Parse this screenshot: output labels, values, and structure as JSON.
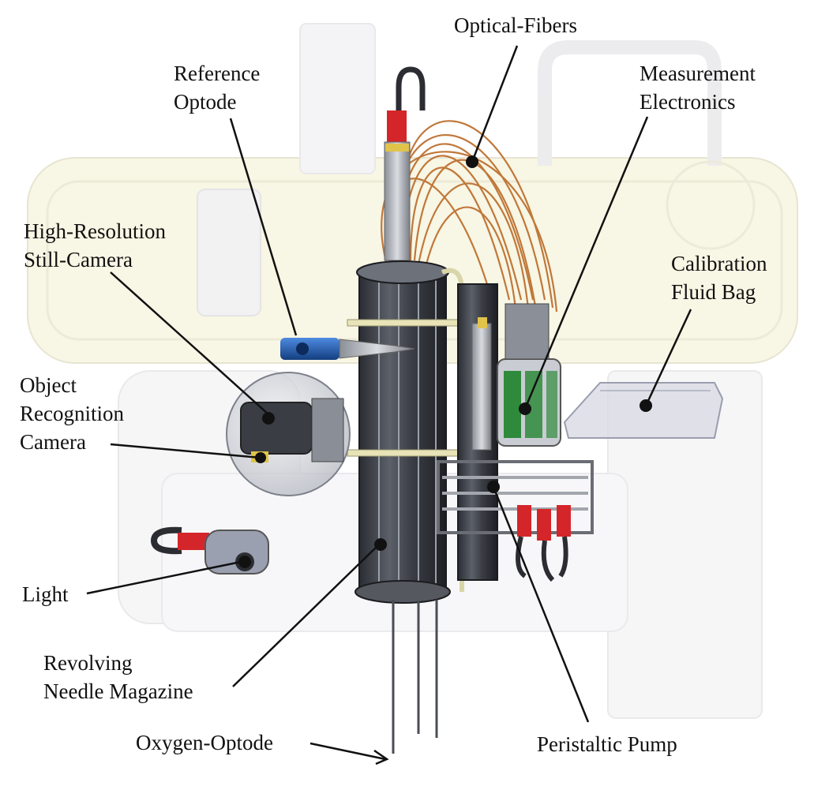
{
  "labels": {
    "optical_fibers": "Optical-Fibers",
    "reference_optode": [
      "Reference",
      "Optode"
    ],
    "measurement_electronics": [
      "Measurement",
      "Electronics"
    ],
    "high_res_camera": [
      "High-Resolution",
      "Still-Camera"
    ],
    "calibration_bag": [
      "Calibration",
      "Fluid Bag"
    ],
    "object_recognition_camera": [
      "Object",
      "Recognition",
      "Camera"
    ],
    "light": "Light",
    "revolving_magazine": [
      "Revolving",
      "Needle Magazine"
    ],
    "oxygen_optode": "Oxygen-Optode",
    "peristaltic_pump": "Peristaltic Pump"
  },
  "colors": {
    "background": "#ffffff",
    "label_text": "#111111",
    "leader_line": "#111111",
    "ghost_frame": "#e9e9ea",
    "ghost_yellow": "#f6f3dc",
    "magazine_dark": "#3a3d44",
    "fiber_copper": "#c0783a",
    "camera_blue": "#1f5aa8",
    "pump_red": "#d4262a",
    "electronics_green": "#2f8a3c"
  }
}
